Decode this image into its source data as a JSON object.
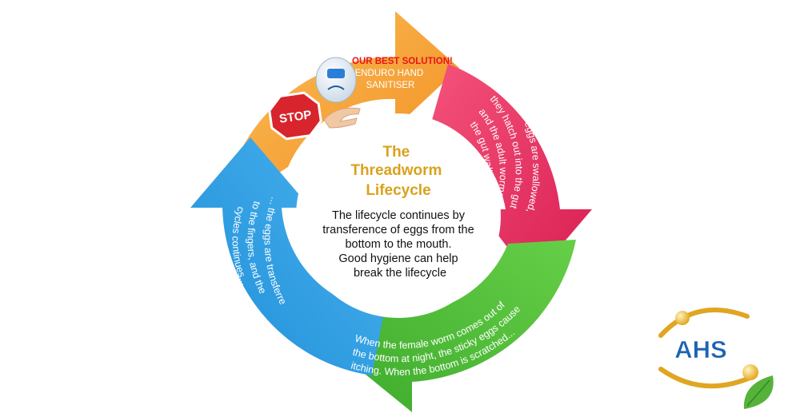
{
  "center": {
    "title_lines": [
      "The",
      "Threadworm",
      "Lifecycle"
    ],
    "body_lines": [
      "The lifecycle continues by",
      "transference of eggs from the",
      "bottom to the mouth.",
      "Good hygiene can help",
      "break the lifecycle"
    ]
  },
  "solution": {
    "headline": "OUR BEST SOLUTION!",
    "product_lines": [
      "ENDURO HAND",
      "SANITISER"
    ],
    "stop_sign": "STOP"
  },
  "stages": {
    "red": [
      "Once the eggs are swallowed,",
      "they hatch out into the gut",
      "and the adult worms cling to",
      "the gut wall"
    ],
    "green": [
      "When the female worm comes out of",
      "the bottom at night, the sticky eggs cause",
      "itching. When the bottom is scratched..."
    ],
    "blue": [
      "... the eggs are transferred",
      "to the fingers, and the",
      "cycles continues..."
    ]
  },
  "logo": {
    "text": "AHS"
  },
  "colors": {
    "orange": "#f7a531",
    "red": "#ec3764",
    "green": "#52c23b",
    "blue": "#2f9fe4",
    "title": "#d9a21c",
    "stop": "#d8242c",
    "logo_blue": "#1d63b3"
  }
}
